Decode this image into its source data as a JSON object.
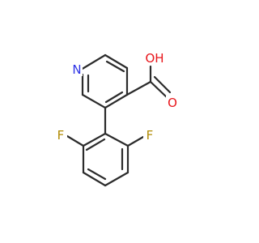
{
  "molecule": {
    "atoms": {
      "N": {
        "label": "N",
        "color": "#2e34e6"
      },
      "O_carbonyl": {
        "label": "O",
        "color": "#e8151b"
      },
      "OH": {
        "label": "OH",
        "color": "#e8151b"
      },
      "F_left": {
        "label": "F",
        "color": "#b08a00"
      },
      "F_right": {
        "label": "F",
        "color": "#b08a00"
      }
    },
    "bond_color": "#2b2b2b"
  }
}
